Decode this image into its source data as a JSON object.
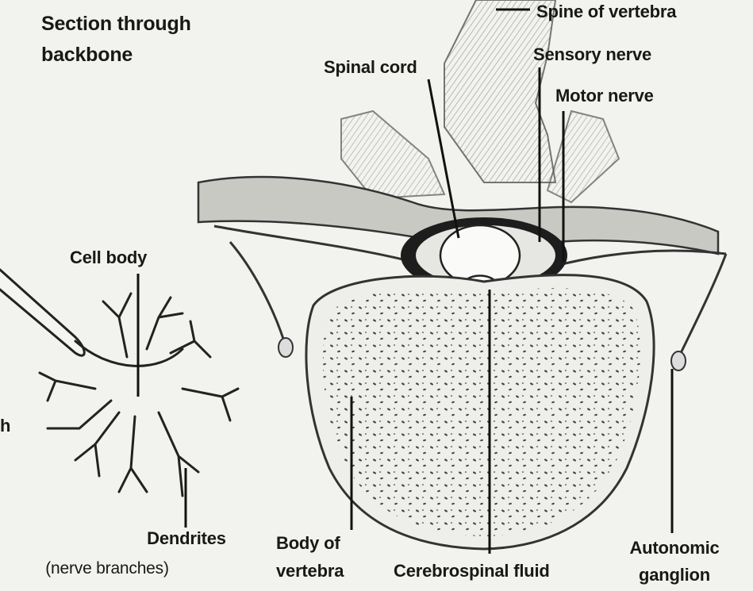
{
  "title": {
    "line1": "Section through",
    "line2": "backbone"
  },
  "labels": {
    "spine_of_vertebra": "Spine of vertebra",
    "sensory_nerve": "Sensory nerve",
    "motor_nerve": "Motor nerve",
    "spinal_cord": "Spinal cord",
    "cell_body": "Cell body",
    "dendrites_line1": "Dendrites",
    "dendrites_line2": "(nerve branches)",
    "body_of_vertebra_line1": "Body of",
    "body_of_vertebra_line2": "vertebra",
    "cerebrospinal_fluid": "Cerebrospinal fluid",
    "autonomic_ganglion_line1": "Autonomic",
    "autonomic_ganglion_line2": "ganglion",
    "cropped_left_fragment": "h"
  },
  "colors": {
    "background": "#f2f2ee",
    "ink": "#1b1b1b",
    "shade": "#9a9a96"
  }
}
